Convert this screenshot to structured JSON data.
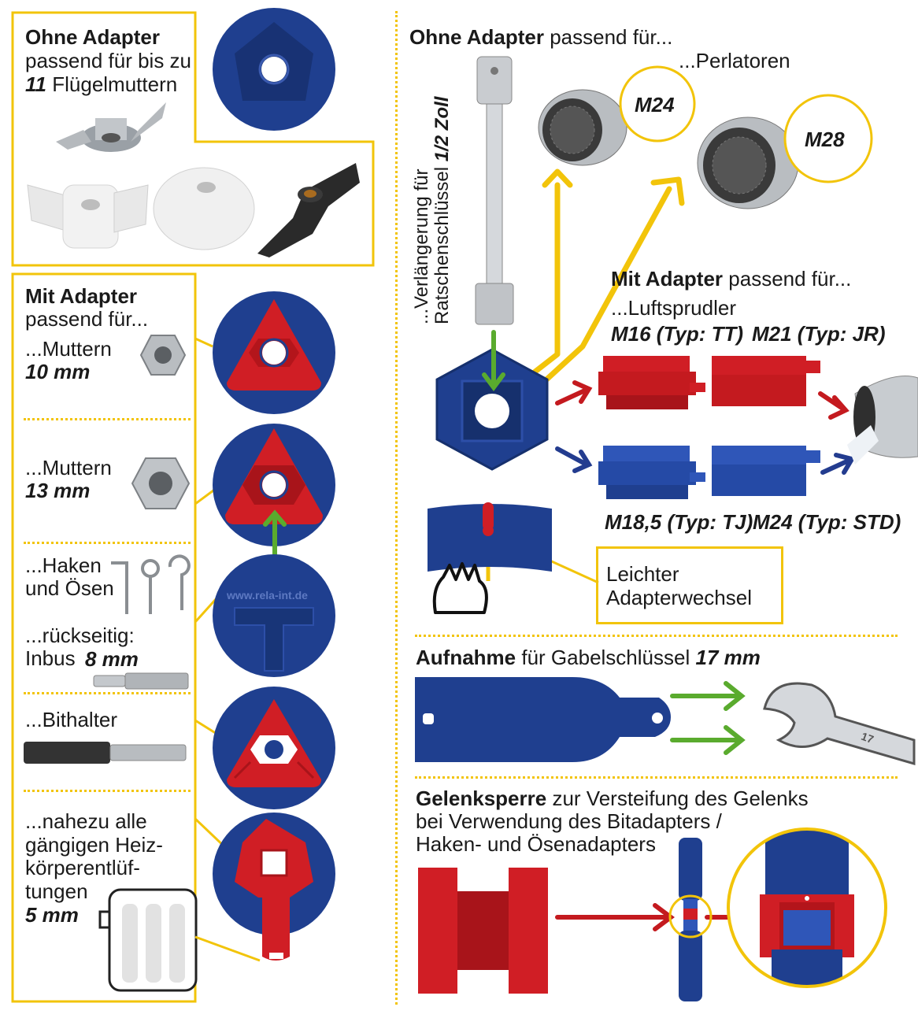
{
  "left": {
    "ohne_adapter": {
      "title": "Ohne Adapter",
      "line1": "passend für bis zu",
      "count": "11",
      "line2": "Flügelmuttern"
    },
    "mit_adapter": {
      "title": "Mit Adapter",
      "subtitle": "passend für...",
      "items": [
        {
          "label": "...Muttern",
          "size": "10 mm"
        },
        {
          "label": "...Muttern",
          "size": "13 mm"
        },
        {
          "label": "...Haken\nund Ösen",
          "sub_label": "...rückseitig:\nInbus",
          "size": "8 mm"
        },
        {
          "label": "...Bithalter"
        },
        {
          "label": "...nahezu alle\ngängigen Heiz-\nkörperentlüf-\ntungen",
          "size": "5 mm"
        }
      ],
      "tool_url": "www.rela-int.de"
    }
  },
  "right": {
    "ohne_adapter": {
      "title": "Ohne Adapter",
      "suffix": "passend für...",
      "perlatoren": "...Perlatoren"
    },
    "extension_label_1": "...Verlängerung  für",
    "extension_label_2": "Ratschenschlüssel",
    "extension_size": "1/2 Zoll",
    "aerators": [
      "M24",
      "M28"
    ],
    "mit_adapter": {
      "title": "Mit Adapter",
      "suffix": "passend für...",
      "luftsprudler": "...Luftsprudler",
      "red_labels": [
        "M16 (Typ: TT)",
        "M21 (Typ: JR)"
      ],
      "blue_labels": [
        "M18,5 (Typ: TJ)",
        "M24 (Typ: STD)"
      ]
    },
    "adapter_change": "Leichter\nAdapterwechsel",
    "aufnahme": {
      "title": "Aufnahme",
      "text": "für Gabelschlüssel",
      "size": "17 mm",
      "wrench_mark": "17"
    },
    "gelenksperre": {
      "title": "Gelenksperre",
      "line1": "zur Versteifung des Gelenks",
      "line2": "bei Verwendung des Bitadapters /",
      "line3": "Haken- und Ösenadapters"
    }
  },
  "colors": {
    "accent_yellow": "#f2c40a",
    "tool_blue": "#1f3f8f",
    "adapter_red": "#d01e25",
    "arrow_green": "#5aab2e",
    "arrow_red": "#c41a1f",
    "arrow_blue": "#233c8f"
  }
}
